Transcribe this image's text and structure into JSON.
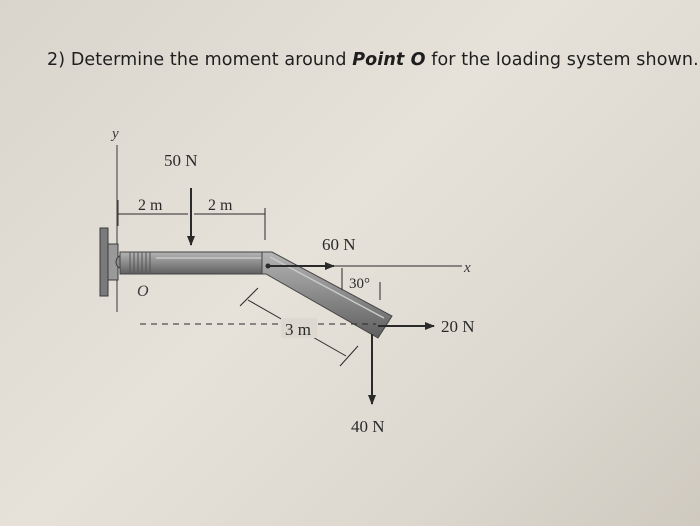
{
  "question": {
    "number": "2)",
    "text_before": "Determine the moment around",
    "emphasis": "Point O",
    "text_after": "for the loading system shown."
  },
  "figure": {
    "labels": {
      "y_axis": "y",
      "x_axis": "x",
      "origin": "O",
      "force_50": "50 N",
      "force_60": "60 N",
      "force_20": "20 N",
      "force_40": "40 N",
      "dim_2m_left": "2 m",
      "dim_2m_right": "2 m",
      "dim_3m": "3 m",
      "angle": "30°"
    },
    "colors": {
      "ink": "#2a2a2a",
      "pipe": "#8f8f8f",
      "pipe_dark": "#6b6b6b",
      "wall": "#7a7a7a"
    }
  }
}
